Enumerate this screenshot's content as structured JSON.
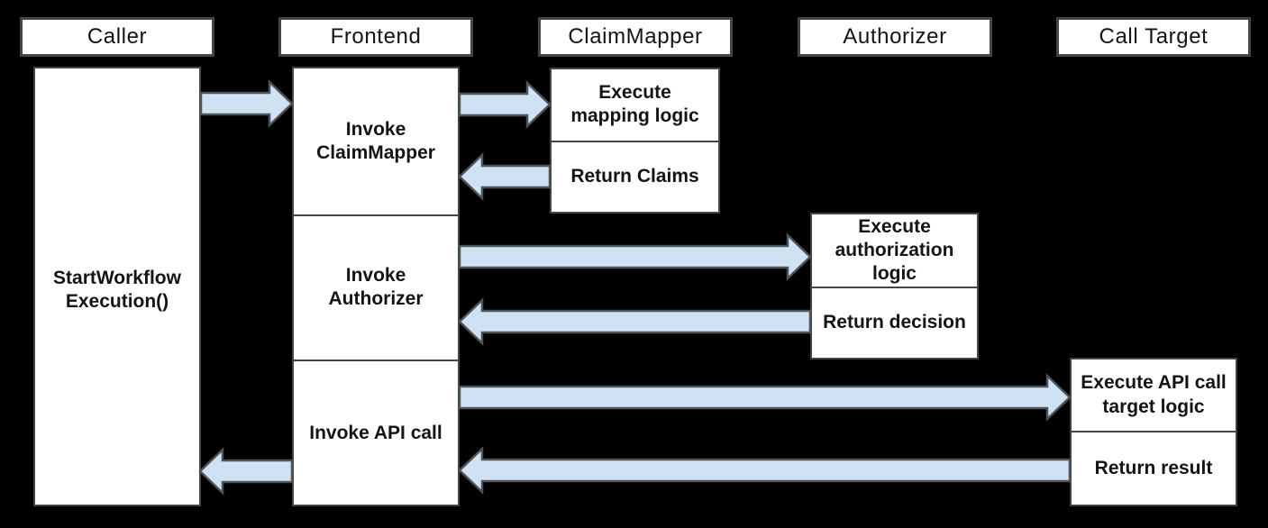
{
  "colors": {
    "background": "#000000",
    "box_fill": "#ffffff",
    "box_border": "#454545",
    "arrow_fill": "#cfe2f3",
    "arrow_stroke": "#4e5357",
    "text": "#141414"
  },
  "columns": [
    {
      "label": "Caller"
    },
    {
      "label": "Frontend"
    },
    {
      "label": "ClaimMapper"
    },
    {
      "label": "Authorizer"
    },
    {
      "label": "Call Target"
    }
  ],
  "nodes": {
    "caller": {
      "label": "StartWorkflow\nExecution()"
    },
    "frontend_steps": [
      {
        "label": "Invoke\nClaimMapper"
      },
      {
        "label": "Invoke\nAuthorizer"
      },
      {
        "label": "Invoke API call"
      }
    ],
    "claimmapper_steps": [
      {
        "label": "Execute\nmapping logic"
      },
      {
        "label": "Return Claims"
      }
    ],
    "authorizer_steps": [
      {
        "label": "Execute\nauthorization\nlogic"
      },
      {
        "label": "Return decision"
      }
    ],
    "calltarget_steps": [
      {
        "label": "Execute API call\ntarget logic"
      },
      {
        "label": "Return result"
      }
    ]
  },
  "edges": [
    {
      "from": "Caller",
      "to": "Frontend",
      "direction": "right"
    },
    {
      "from": "Frontend",
      "to": "ClaimMapper",
      "direction": "right"
    },
    {
      "from": "ClaimMapper",
      "to": "Frontend",
      "direction": "left"
    },
    {
      "from": "Frontend",
      "to": "Authorizer",
      "direction": "right"
    },
    {
      "from": "Authorizer",
      "to": "Frontend",
      "direction": "left"
    },
    {
      "from": "Frontend",
      "to": "Call Target",
      "direction": "right"
    },
    {
      "from": "Call Target",
      "to": "Frontend",
      "direction": "left"
    },
    {
      "from": "Frontend",
      "to": "Caller",
      "direction": "left"
    }
  ]
}
